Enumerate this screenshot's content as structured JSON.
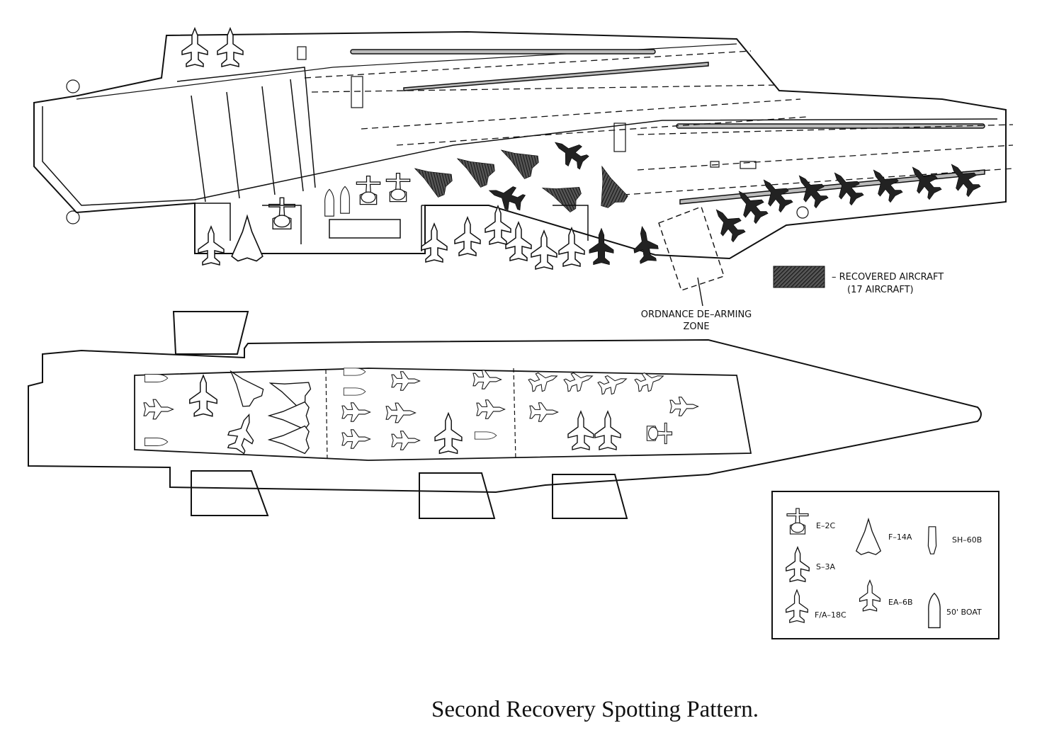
{
  "legend_top": {
    "recovered_line1": "– RECOVERED AIRCRAFT",
    "recovered_line2": "(17 AIRCRAFT)",
    "swatch_color": "#333333"
  },
  "ordnance_zone": {
    "line1": "ORDNANCE DE–ARMING",
    "line2": "ZONE"
  },
  "aircraft_key": [
    {
      "label": "E–2C",
      "icon": "e-2c-icon"
    },
    {
      "label": "F–14A",
      "icon": "f-14a-icon"
    },
    {
      "label": "SH–60B",
      "icon": "sh-60b-icon"
    },
    {
      "label": "S–3A",
      "icon": "s-3a-icon"
    },
    {
      "label": "F/A–18C",
      "icon": "fa-18c-icon"
    },
    {
      "label": "EA–6B",
      "icon": "ea-6b-icon"
    },
    {
      "label": "50' BOAT",
      "icon": "boat-icon"
    }
  ],
  "caption": "Second Recovery Spotting Pattern."
}
